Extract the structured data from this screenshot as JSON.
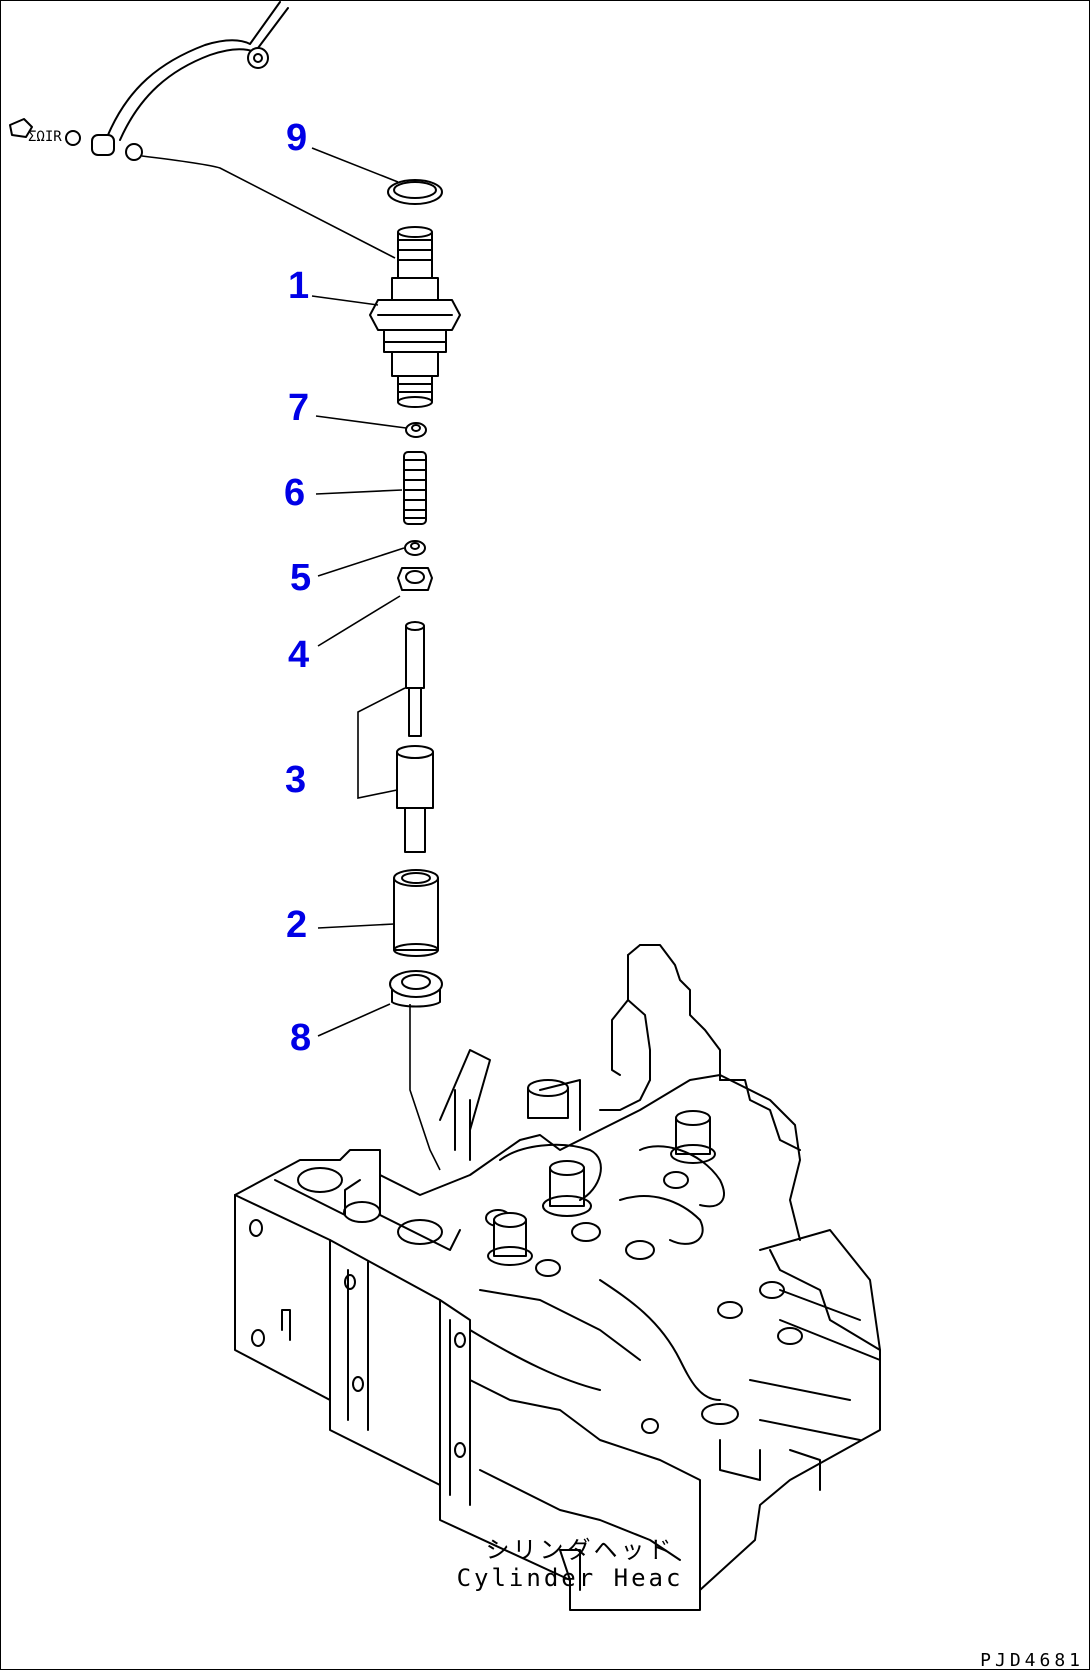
{
  "callouts": [
    {
      "id": "9",
      "label": "9"
    },
    {
      "id": "1",
      "label": "1"
    },
    {
      "id": "7",
      "label": "7"
    },
    {
      "id": "6",
      "label": "6"
    },
    {
      "id": "5",
      "label": "5"
    },
    {
      "id": "4",
      "label": "4"
    },
    {
      "id": "3",
      "label": "3"
    },
    {
      "id": "2",
      "label": "2"
    },
    {
      "id": "8",
      "label": "8"
    }
  ],
  "caption": {
    "japanese": "シリンダヘッド",
    "english": "Cylinder Heac"
  },
  "reference_code": "PJD4681",
  "colors": {
    "callout": "#0000e6",
    "line": "#000000",
    "background": "#ffffff"
  }
}
